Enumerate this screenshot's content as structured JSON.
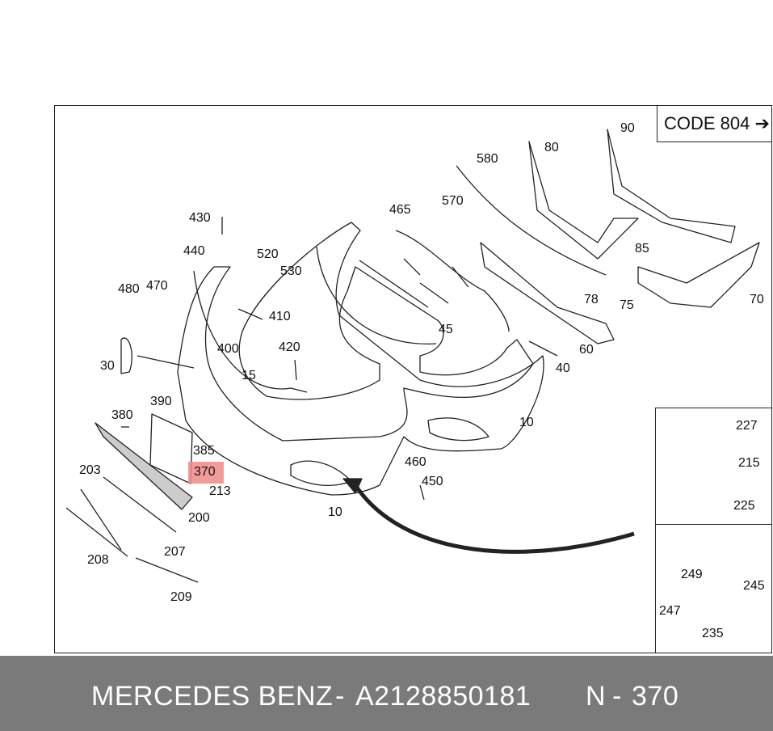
{
  "diagram": {
    "code_label": "CODE 804",
    "arrow_glyph": "➔",
    "highlighted_part": "370",
    "labels": {
      "p90": "90",
      "p80": "80",
      "p580": "580",
      "p570": "570",
      "p465": "465",
      "p85": "85",
      "p70": "70",
      "p78": "78",
      "p75": "75",
      "p60": "60",
      "p45": "45",
      "p40": "40",
      "p430": "430",
      "p440": "440",
      "p520": "520",
      "p530": "530",
      "p480": "480",
      "p470": "470",
      "p410": "410",
      "p400": "400",
      "p420": "420",
      "p15": "15",
      "p30": "30",
      "p390": "390",
      "p380": "380",
      "p385": "385",
      "p213": "213",
      "p203": "203",
      "p200": "200",
      "p207": "207",
      "p208": "208",
      "p209": "209",
      "p10a": "10",
      "p10b": "10",
      "p460": "460",
      "p450": "450",
      "p227": "227",
      "p215": "215",
      "p225": "225",
      "p249": "249",
      "p245": "245",
      "p247": "247",
      "p235": "235"
    }
  },
  "footer": {
    "brand": "MERCEDES BENZ",
    "separator": "-",
    "part_number": "A2128850181",
    "ref_prefix": "N",
    "ref_number": "370"
  },
  "colors": {
    "highlight": "#f08a8a",
    "footer_bg": "#7a7a7a"
  }
}
